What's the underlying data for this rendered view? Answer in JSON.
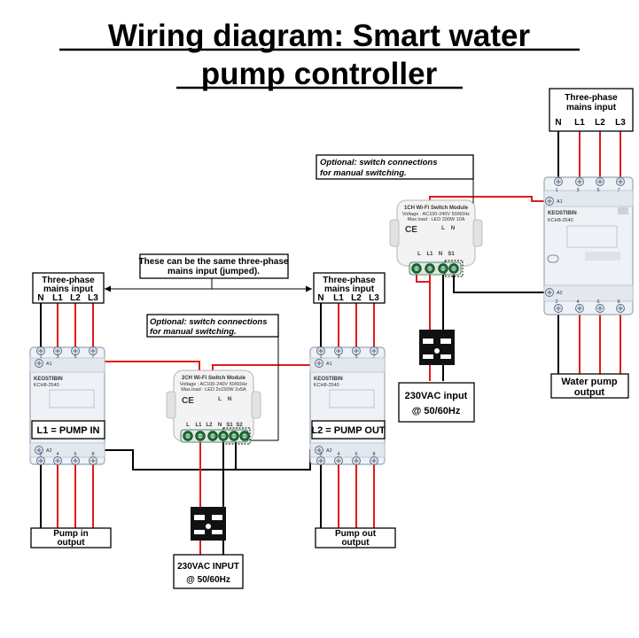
{
  "title": {
    "line1": "Wiring diagram: Smart water",
    "line2": "pump controller"
  },
  "contactor": {
    "brand": "KEOSTIBIN",
    "model": "KCH8-2540",
    "coil_a1": "A1",
    "coil_a2": "A2",
    "top_terminals": [
      "1",
      "3",
      "5",
      "7"
    ],
    "bottom_terminals": [
      "2",
      "4",
      "6",
      "8"
    ]
  },
  "mains": {
    "label_line1": "Three-phase",
    "label_line2": "mains input",
    "terminals": [
      "N",
      "L1",
      "L2",
      "L3"
    ]
  },
  "jumped_note": {
    "line1": "These can be the same three-phase",
    "line2": "mains input (jumped)."
  },
  "optional_note": {
    "line1": "Optional: switch connections",
    "line2": "for manual switching."
  },
  "module_1ch": {
    "name": "1CH Wi-Fi Switch Module",
    "spec1": "Voltage : AC100-240V 50/60Hz",
    "spec2": "Max.load : LED 200W 10A",
    "top_terminals": [
      "L",
      "N"
    ],
    "bottom_terminals": [
      "L",
      "L1",
      "N",
      "S1"
    ]
  },
  "module_2ch": {
    "name": "2CH Wi-Fi Switch Module",
    "spec1": "Voltage : AC100-240V 50/60Hz",
    "spec2": "Max.load : LED 2x150W 2x5A",
    "top_terminals": [
      "L",
      "N"
    ],
    "bottom_terminals": [
      "L",
      "L1",
      "L2",
      "N",
      "S1",
      "S2"
    ]
  },
  "contactor_labels": {
    "left": "L1 = PUMP IN",
    "right": "L2 = PUMP OUT"
  },
  "outputs": {
    "pump_in": [
      "Pump in",
      "output"
    ],
    "pump_out": [
      "Pump out",
      "output"
    ],
    "water_pump": [
      "Water pump",
      "output"
    ]
  },
  "supply": {
    "top_line1": "230VAC input",
    "top_line2": "@ 50/60Hz",
    "bottom_line1": "230VAC INPUT",
    "bottom_line2": "@ 50/60Hz"
  },
  "colors": {
    "live_wire": "#e11b1b",
    "neutral_wire": "#000000",
    "terminal_green": "#1f6e3a",
    "contactor_body": "#eef1f6"
  }
}
